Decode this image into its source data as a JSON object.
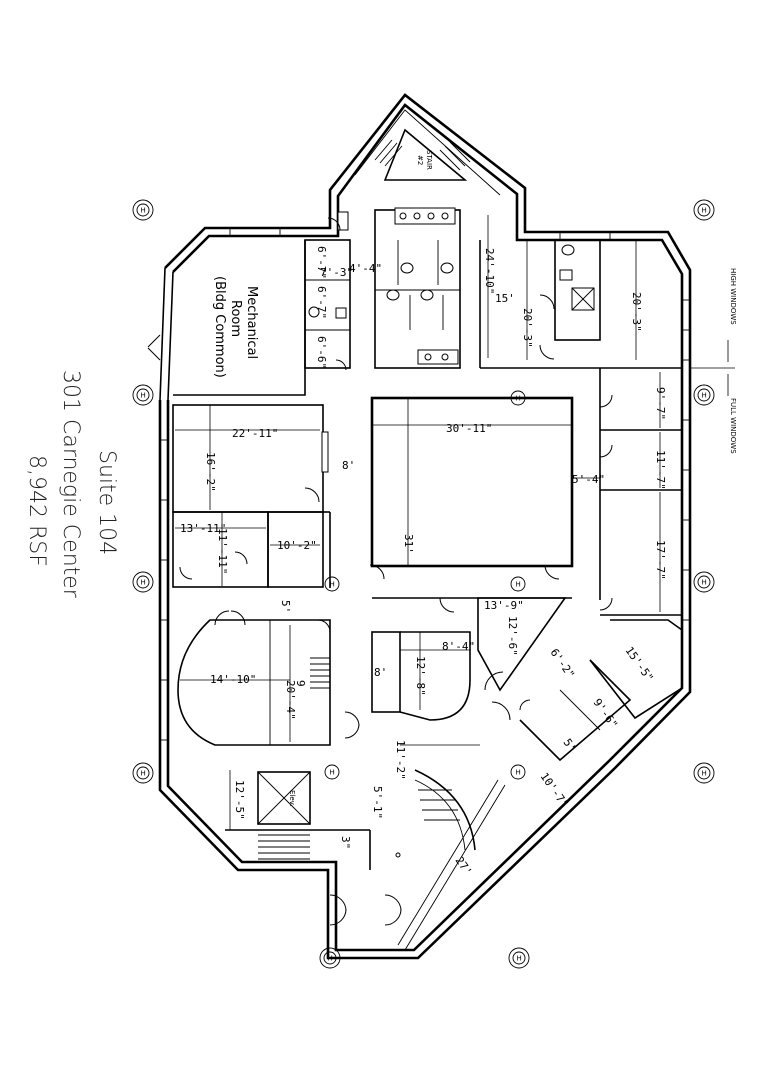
{
  "title": {
    "suite": "Suite 104",
    "building": "301 Carnegie Center",
    "area": "8,942 RSF"
  },
  "rooms": {
    "mechanical": [
      "Mechanical",
      "Room",
      "(Bldg Common)"
    ],
    "stair": [
      "STAIR",
      "#2"
    ],
    "elevator": "Elev."
  },
  "window_notes": {
    "high": "HIGH WINDOWS",
    "full": "FULL WINDOWS"
  },
  "dimensions": {
    "d_24_10": "24'-10\"",
    "d_15": "15'",
    "d_20_3a": "20'-3\"",
    "d_20_3b": "20'-3\"",
    "d_6_7": "6'-7\"",
    "d_7_3": "7'-3\"",
    "d_4_4": "4'-4\"",
    "d_6_7b": "6'-7\"",
    "d_6_6": "6'-6\"",
    "d_22_11": "22'-11\"",
    "d_16_2": "16'-2\"",
    "d_8": "8'",
    "d_30_11": "30'-11\"",
    "d_9_7": "9'-7\"",
    "d_5_4": "5'-4\"",
    "d_11_7": "11'-7\"",
    "d_13_11": "13'-11\"",
    "d_11_11": "11'-11\"",
    "d_10_2": "10'-2\"",
    "d_31": "31'",
    "d_17_7": "17'-7\"",
    "d_5": "5'",
    "d_13_9": "13'-9\"",
    "d_12_6": "12'-6\"",
    "d_14_10": "14'-10\"",
    "d_9": "9",
    "d_20_4": "20'-4\"",
    "d_8_4": "8'-4\"",
    "d_12_8": "12'-8\"",
    "d_8b": "8'",
    "d_6_2": "6'-2\"",
    "d_15_5": "15'-5\"",
    "d_9_6": "9'-6\"",
    "d_5b": "5'",
    "d_11_2": "11'-2\"",
    "d_12_5": "12'-5\"",
    "d_5_1": "5'-1\"",
    "d_10_7": "10'-7\"",
    "d_3": "3\"",
    "d_27": "27'"
  },
  "column_marker": "H"
}
